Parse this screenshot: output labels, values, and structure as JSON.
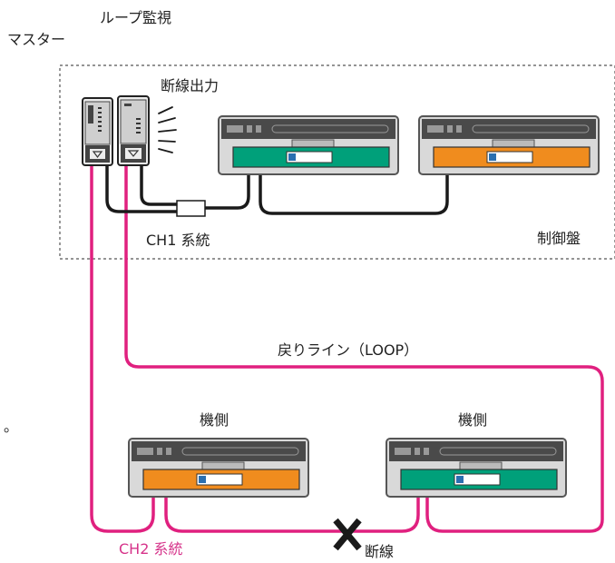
{
  "labels": {
    "master": "マスター",
    "loop_monitor": "ループ監視",
    "break_output": "断線出力",
    "ch1_system": "CH1 系統",
    "control_panel": "制御盤",
    "return_line": "戻りライン（LOOP）",
    "machine_side_1": "機側",
    "machine_side_2": "機側",
    "bullet": "。",
    "ch2_system": "CH2 系統",
    "break_point": "断線"
  },
  "colors": {
    "loop_line": "#e0207f",
    "ch1_cable": "#1a1a1a",
    "green_panel": "#00a07a",
    "orange_panel": "#f08c1e",
    "device_body": "#5a5a5a",
    "panel_border": "#555555",
    "break_mark": "#1a1a1a"
  }
}
